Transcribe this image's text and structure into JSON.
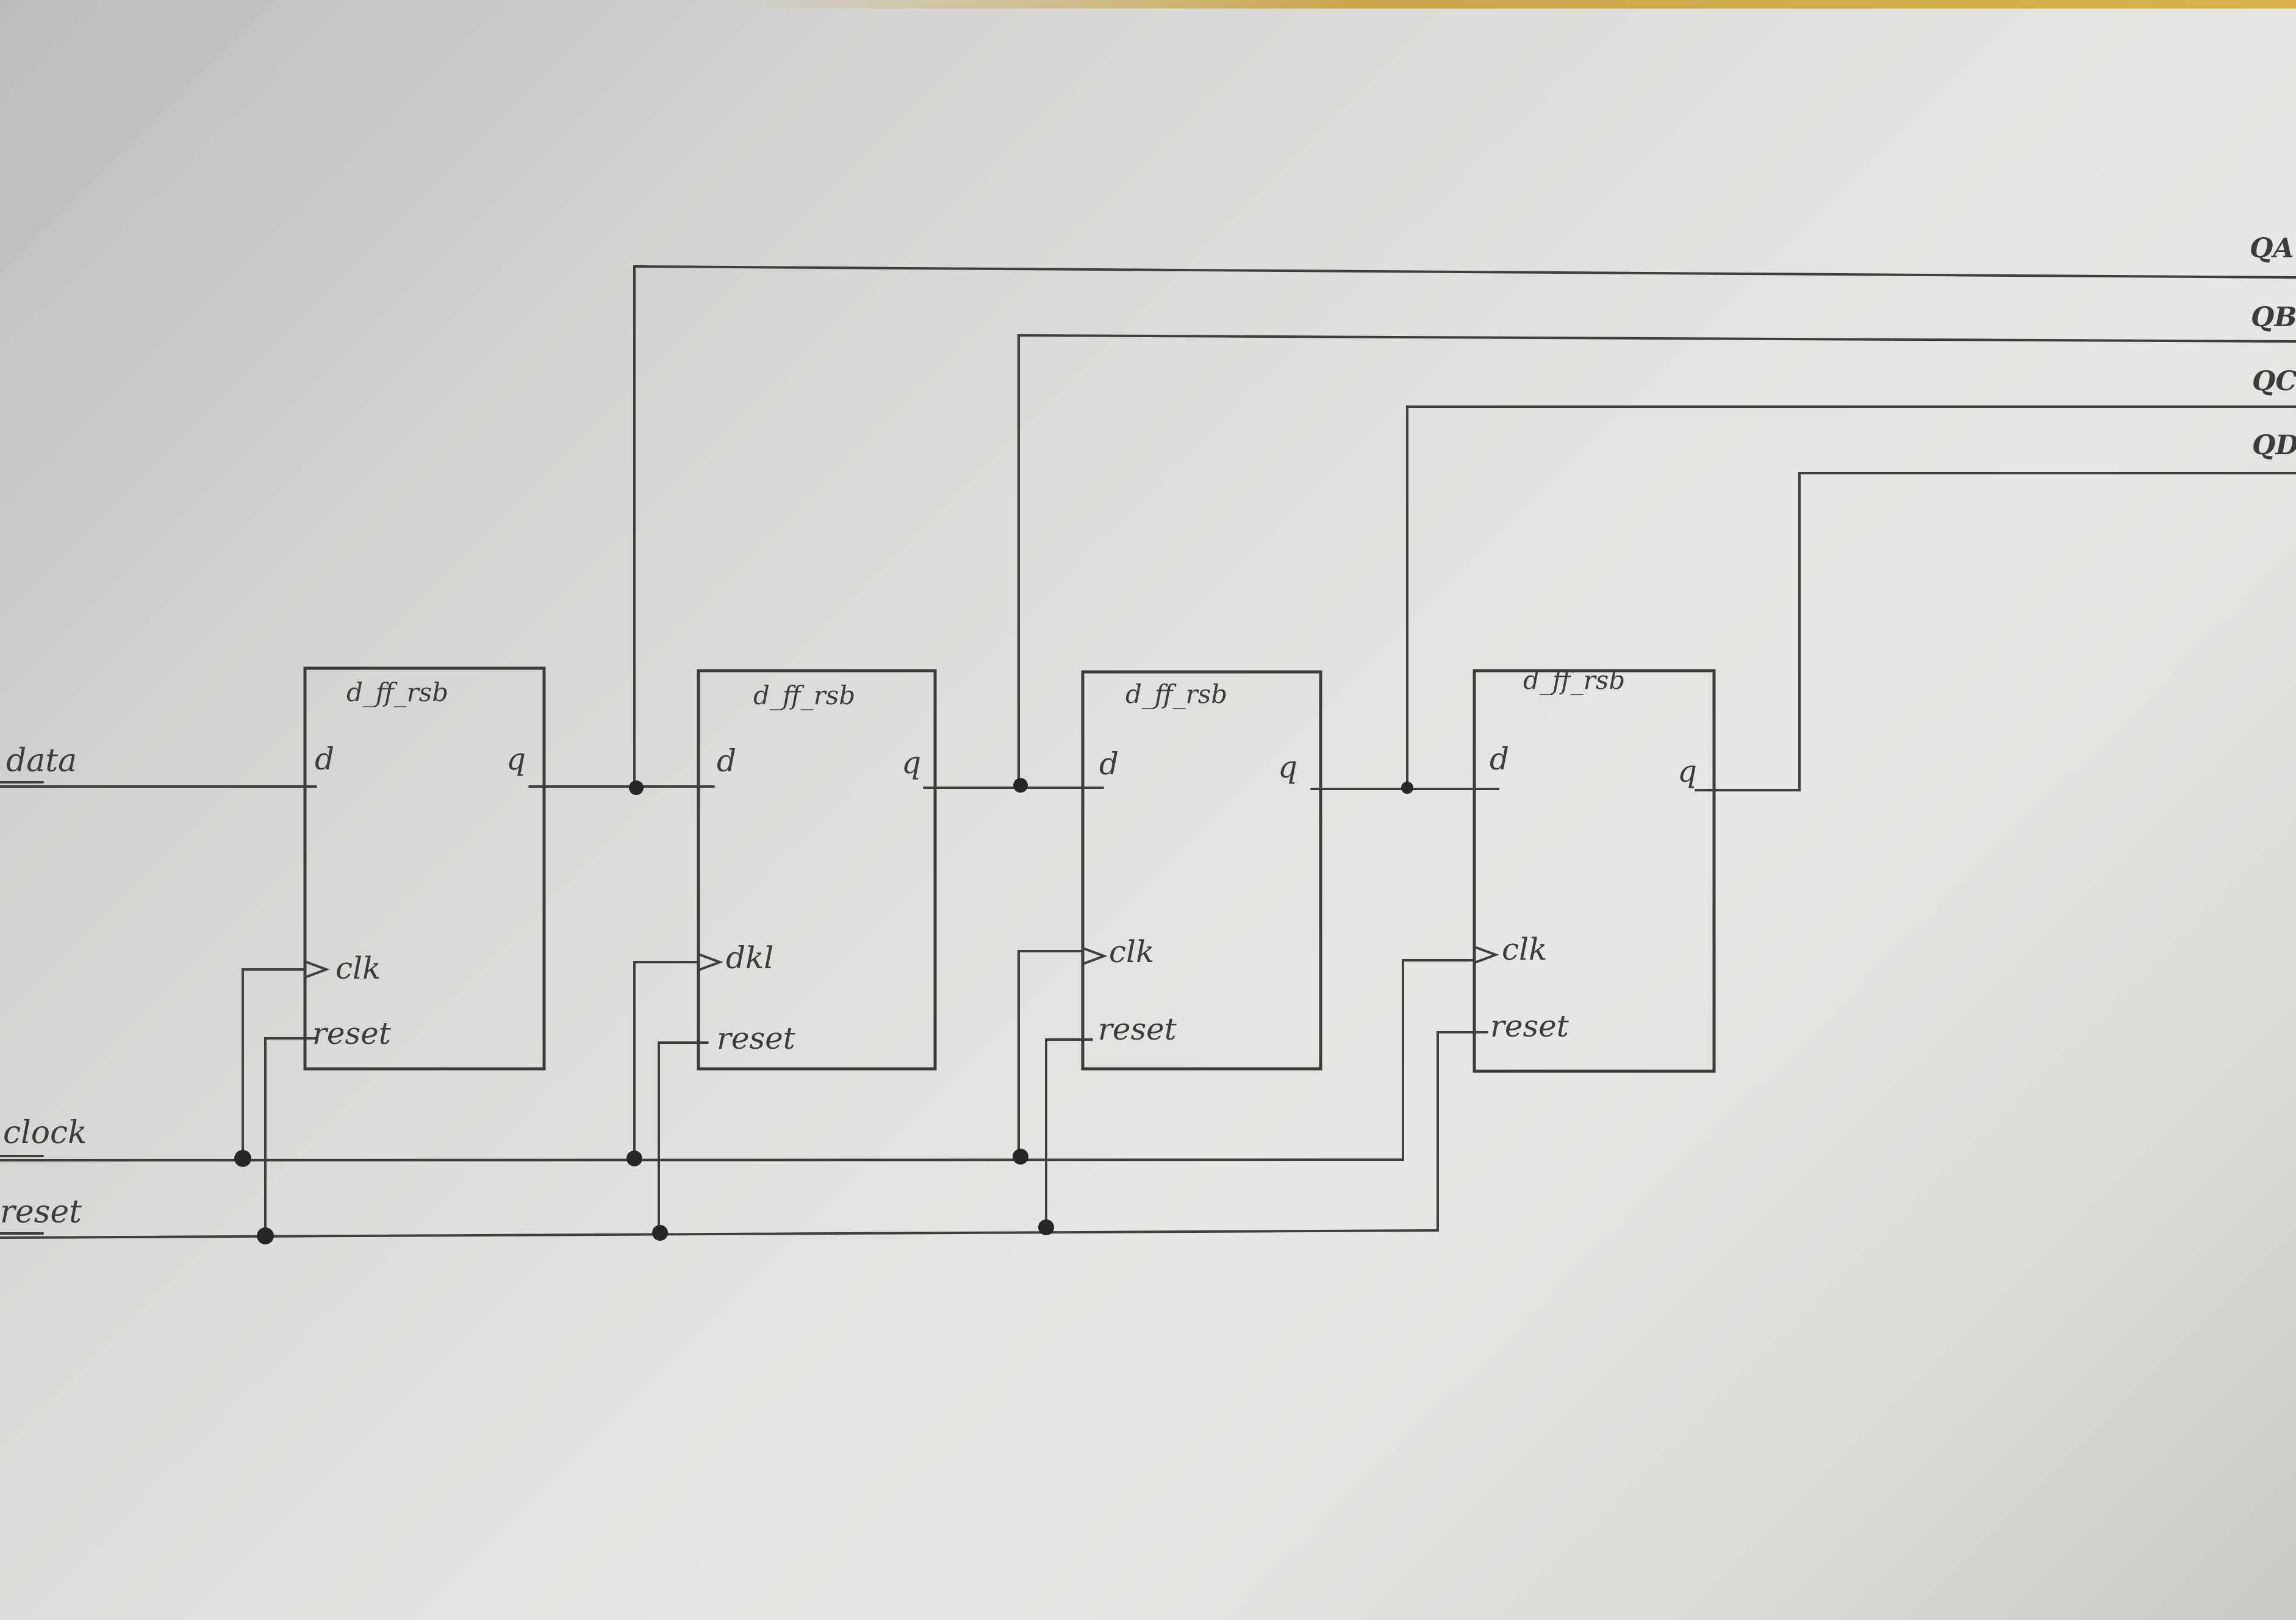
{
  "flip_flops": [
    {
      "title": "d_ff_rsb",
      "d": "d",
      "q": "q",
      "clk": "clk",
      "reset": "reset"
    },
    {
      "title": "d_ff_rsb",
      "d": "d",
      "q": "q",
      "clk": "dkl",
      "reset": "reset"
    },
    {
      "title": "d_ff_rsb",
      "d": "d",
      "q": "q",
      "clk": "clk",
      "reset": "reset"
    },
    {
      "title": "d_ff_rsb",
      "d": "d",
      "q": "q",
      "clk": "clk",
      "reset": "reset"
    }
  ],
  "inputs": {
    "data": "data",
    "clock": "clock",
    "reset": "reset"
  },
  "outputs": [
    "QA",
    "QB",
    "QC",
    "QD"
  ],
  "colors": {
    "pencil": "#3c3f3c",
    "paper": "#e2e3e0",
    "junction": "#262826"
  }
}
